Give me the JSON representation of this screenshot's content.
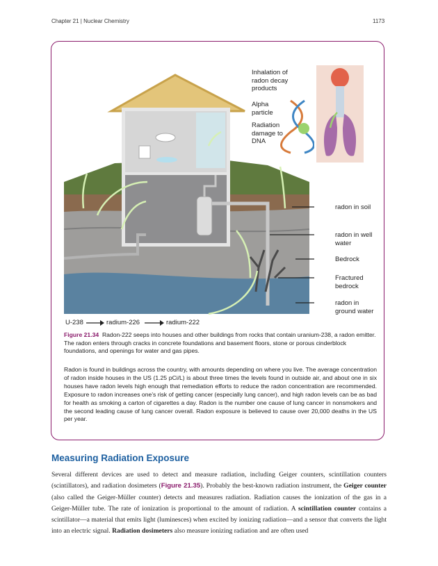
{
  "header": {
    "chapter": "Chapter 21 | Nuclear Chemistry",
    "page_number": "1173"
  },
  "figure": {
    "labels": {
      "inhalation": "Inhalation of radon decay products",
      "alpha": "Alpha particle",
      "damage": "Radiation damage to DNA",
      "soil": "radon in soil",
      "well": "radon in well water",
      "bedrock": "Bedrock",
      "fractured": "Fractured bedrock",
      "ground": "radon in ground water"
    },
    "decay_chain": [
      "U-238",
      "radium-226",
      "radium-222"
    ],
    "caption_label": "Figure 21.34",
    "caption_text": "Radon-222 seeps into houses and other buildings from rocks that contain uranium-238, a radon emitter. The radon enters through cracks in concrete foundations and basement floors, stone or porous cinderblock foundations, and openings for water and gas pipes."
  },
  "feature_text": "Radon is found in buildings across the country, with amounts depending on where you live. The average concentration of radon inside houses in the US (1.25 pCi/L) is about three times the levels found in outside air, and about one in six houses have radon levels high enough that remediation efforts to reduce the radon concentration are recommended. Exposure to radon increases one’s risk of getting cancer (especially lung cancer), and high radon levels can be as bad for health as smoking a carton of cigarettes a day. Radon is the number one cause of lung cancer in nonsmokers and the second leading cause of lung cancer overall. Radon exposure is believed to cause over 20,000 deaths in the US per year.",
  "section": {
    "title": "Measuring Radiation Exposure",
    "p1": "Several different devices are used to detect and measure radiation, including Geiger counters, scintillation counters (scintillators), and radiation dosimeters (",
    "p1_link": "Figure 21.35",
    "p2": "). Probably the best-known radiation instrument, the ",
    "b1": "Geiger counter",
    "p3": " (also called the Geiger-Müller counter) detects and measures radiation. Radiation causes the ionization of the gas in a Geiger-Müller tube. The rate of ionization is proportional to the amount of radiation. A ",
    "b2": "scintillation counter",
    "p4": " contains a scintillator—a material that emits light (luminesces) when excited by ionizing radiation—and a sensor that converts the light into an electric signal. ",
    "b3": "Radiation dosimeters",
    "p5": " also measure ionizing radiation and are often used"
  }
}
